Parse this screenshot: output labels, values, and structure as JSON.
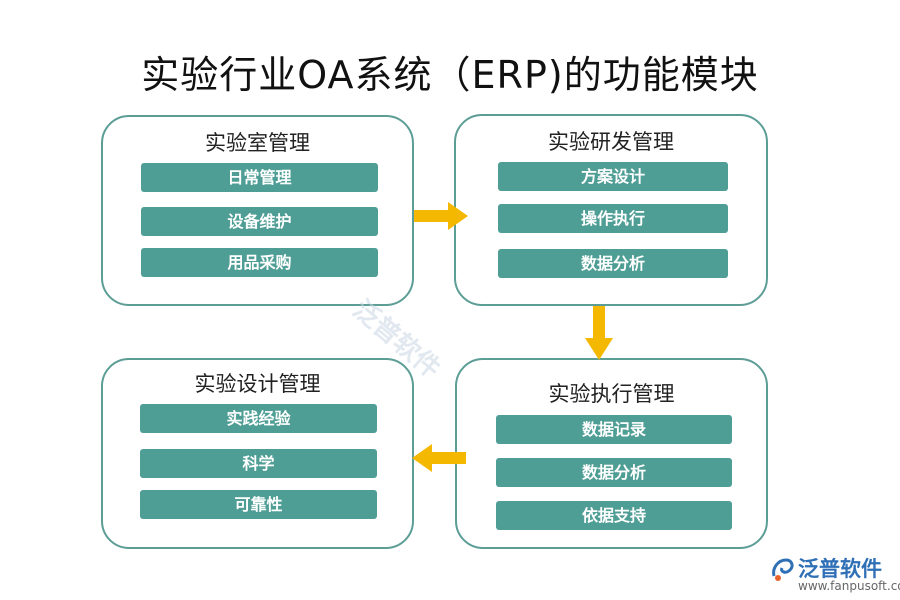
{
  "title": "实验行业OA系统（ERP)的功能模块",
  "modules": [
    {
      "title": "实验室管理",
      "items": [
        "日常管理",
        "设备维护",
        "用品采购"
      ]
    },
    {
      "title": "实验研发管理",
      "items": [
        "方案设计",
        "操作执行",
        "数据分析"
      ]
    },
    {
      "title": "实验执行管理",
      "items": [
        "数据记录",
        "数据分析",
        "依据支持"
      ]
    },
    {
      "title": "实验设计管理",
      "items": [
        "实践经验",
        "科学",
        "可靠性"
      ]
    }
  ],
  "colors": {
    "border": "#5c9d96",
    "bar": "#4f9e95",
    "arrow": "#f5b800"
  },
  "watermark": "泛普软件",
  "logo": {
    "name": "泛普软件",
    "url": "www.fanpusoft.com"
  }
}
